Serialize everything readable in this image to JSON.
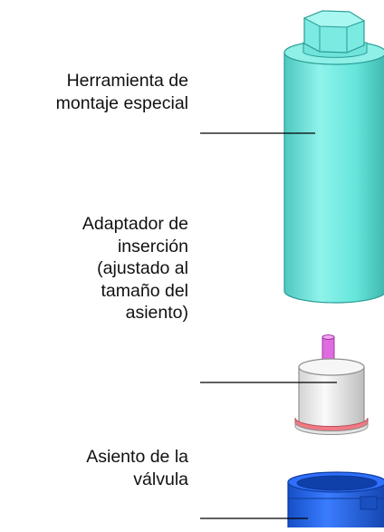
{
  "labels": {
    "tool": "Herramienta de\nmontaje especial",
    "adapter": "Adaptador de\ninserción\n(ajustado al\ntamaño del\nasiento)",
    "seat": "Asiento de la\nválvula"
  },
  "colors": {
    "tool": "#66e6dc",
    "adapter_body": "#ececec",
    "adapter_pin": "#e06be0",
    "adapter_band": "#f07a84",
    "seat": "#1f63f0",
    "leader": "#000000"
  }
}
